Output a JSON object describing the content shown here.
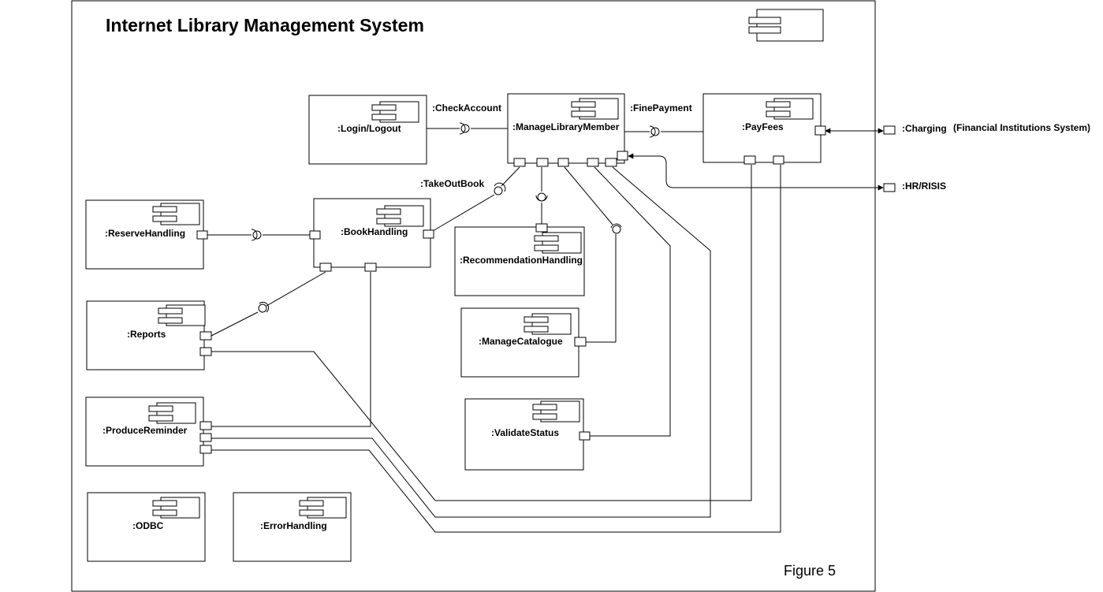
{
  "diagram": {
    "title": "Internet Library Management System",
    "figure_label": "Figure 5",
    "components": {
      "login": ":Login/Logout",
      "manage_member": ":ManageLibraryMember",
      "pay_fees": ":PayFees",
      "reserve": ":ReserveHandling",
      "book": ":BookHandling",
      "recommendation": ":RecommendationHandling",
      "catalogue": ":ManageCatalogue",
      "validate": ":ValidateStatus",
      "reports": ":Reports",
      "reminder": ":ProduceReminder",
      "odbc": ":ODBC",
      "error": ":ErrorHandling"
    },
    "interfaces": {
      "check_account": ":CheckAccount",
      "fine_payment": ":FinePayment",
      "take_out_book": ":TakeOutBook"
    },
    "external": {
      "charging": ":Charging",
      "financial": "(Financial Institutions System)",
      "hr": ":HR/RISIS"
    }
  }
}
